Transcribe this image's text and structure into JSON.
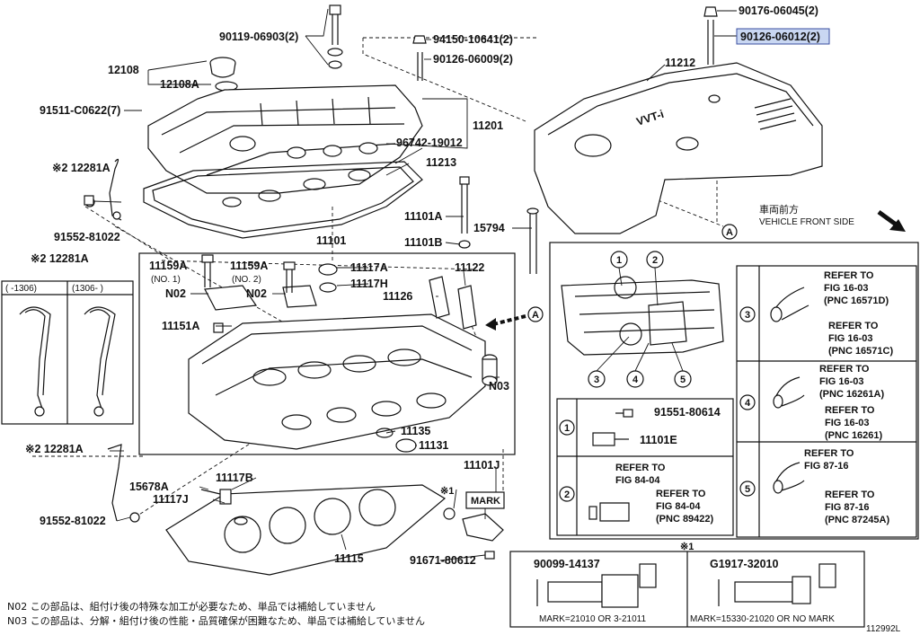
{
  "diagram_id": "112992L",
  "parts": {
    "p_90119": "90119-06903(2)",
    "p_94150": "94150-10641(2)",
    "p_90126_a": "90126-06009(2)",
    "p_90176": "90176-06045(2)",
    "p_90126_b": "90126-06012(2)",
    "p_12108": "12108",
    "p_12108A": "12108A",
    "p_11212": "11212",
    "p_91511": "91511-C0622(7)",
    "p_11201": "11201",
    "p_96742": "96742-19012",
    "p_11213": "11213",
    "p_12281A_top": "※2 12281A",
    "p_91552_top": "91552-81022",
    "p_11101A": "11101A",
    "p_15794": "15794",
    "p_11101B": "11101B",
    "p_11101": "11101",
    "p_11159A_1": "11159A",
    "p_no1": "(NO. 1)",
    "p_11159A_2": "11159A",
    "p_no2": "(NO. 2)",
    "p_11117A": "11117A",
    "p_11117H": "11117H",
    "p_11122": "11122",
    "p_N02_a": "N02",
    "p_N02_b": "N02",
    "p_11126": "11126",
    "p_11151A": "11151A",
    "p_N03": "N03",
    "p_11135": "11135",
    "p_11131": "11131",
    "p_12281A_bot": "※2 12281A",
    "p_91552_bot": "91552-81022",
    "p_15678A": "15678A",
    "p_11117B": "11117B",
    "p_11117J": "11117J",
    "p_11101J": "11101J",
    "p_mark_note": "※1",
    "p_mark": "MARK",
    "p_11115": "11115",
    "p_91671": "91671-80612",
    "p_a_arrow": "A",
    "p_a_panel": "A"
  },
  "inset_12281A": {
    "title": "※2 12281A",
    "col1": "(    -1306)",
    "col2": "(1306-    )"
  },
  "vehicle_front": {
    "jp": "車両前方",
    "en": "VEHICLE FRONT SIDE"
  },
  "cover_logo": "VVT-i",
  "panel_a": {
    "callouts": [
      "1",
      "2",
      "3",
      "4",
      "5"
    ],
    "ref3a": [
      "REFER TO",
      "FIG 16-03",
      "(PNC 16571D)"
    ],
    "ref3b": [
      "REFER TO",
      "FIG 16-03",
      "(PNC 16571C)"
    ],
    "ref4a": [
      "REFER TO",
      "FIG 16-03",
      "(PNC 16261A)"
    ],
    "ref4b": [
      "REFER TO",
      "FIG 16-03",
      "(PNC 16261)"
    ],
    "ref5a": [
      "REFER TO",
      "FIG 87-16"
    ],
    "ref5b": [
      "REFER TO",
      "FIG 87-16",
      "(PNC 87245A)"
    ],
    "row1_part1": "91551-80614",
    "row1_part2": "11101E",
    "ref2a": [
      "REFER TO",
      "FIG 84-04"
    ],
    "ref2b": [
      "REFER TO",
      "FIG 84-04",
      "(PNC 89422)"
    ]
  },
  "mark_table": {
    "title": "※1",
    "left_part": "90099-14137",
    "left_mark": "MARK=21010 OR 3-21011",
    "right_part": "G1917-32010",
    "right_mark": "MARK=15330-21020 OR NO MARK"
  },
  "notes": {
    "n02": "N02  この部品は、組付け後の特殊な加工が必要なため、単品では補給していません",
    "n03": "N03  この部品は、分解・組付け後の性能・品質確保が困難なため、単品では補給していません"
  }
}
